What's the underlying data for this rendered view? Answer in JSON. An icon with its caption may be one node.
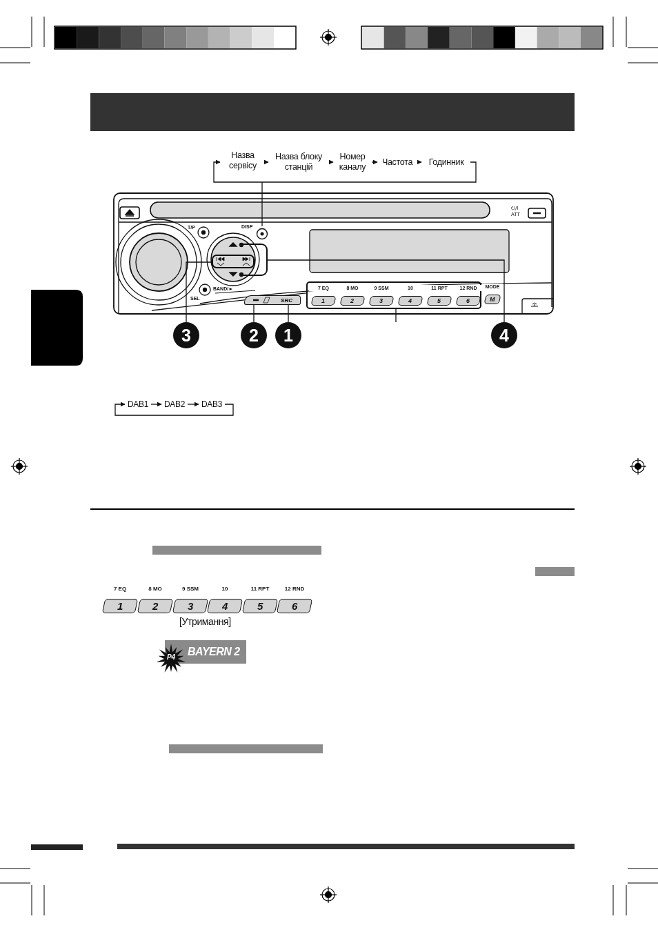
{
  "diagram": {
    "nodes": [
      {
        "text": [
          "Назва сервісу"
        ]
      },
      {
        "text": [
          "Назва блоку станцій"
        ]
      },
      {
        "text": [
          "Номер каналу"
        ]
      },
      {
        "text": [
          "Частота"
        ]
      },
      {
        "text": [
          "Годинник"
        ]
      },
      {
        "text": [
          "DISP"
        ]
      },
      {
        "text": [],
        "shape": "box"
      },
      {
        "text": [],
        "shape": "box"
      },
      {
        "text": [],
        "shape": "button"
      },
      {
        "text": [
          "SRC"
        ]
      },
      {
        "text": [],
        "shape": "box"
      },
      {
        "text": [
          "1"
        ],
        "in": 10,
        "beside": [
          "7 EQ"
        ]
      },
      {
        "text": [
          "2"
        ],
        "in": 10,
        "beside": [
          "8 MO"
        ]
      },
      {
        "text": [
          "3"
        ],
        "in": 10,
        "beside": [
          "9 SSM"
        ]
      },
      {
        "text": [
          "4"
        ],
        "in": 10,
        "beside": [
          "10"
        ]
      },
      {
        "text": [
          "5"
        ],
        "in": 10,
        "beside": [
          "11 RPT"
        ]
      },
      {
        "text": [
          "6"
        ],
        "in": 10,
        "beside": [
          "12 RND"
        ]
      },
      {
        "text": [
          "M"
        ],
        "beside": [
          "MODE"
        ]
      },
      {
        "text": [
          "3"
        ]
      },
      {
        "text": [
          "2"
        ]
      },
      {
        "text": [
          "1"
        ]
      },
      {
        "text": [
          "4"
        ]
      },
      {
        "text": [
          "DAB1"
        ]
      },
      {
        "text": [
          "DAB2"
        ]
      },
      {
        "text": [
          "DAB3"
        ]
      },
      {
        "text": [
          "1"
        ],
        "beside": [
          "7 EQ"
        ]
      },
      {
        "text": [
          "2"
        ],
        "beside": [
          "8 MO"
        ]
      },
      {
        "text": [
          "3"
        ],
        "beside": [
          "9 SSM"
        ]
      },
      {
        "text": [
          "4"
        ],
        "beside": [
          "10"
        ]
      },
      {
        "text": [
          "5"
        ],
        "beside": [
          "11 RPT"
        ]
      },
      {
        "text": [
          "6"
        ],
        "beside": [
          "12 RND"
        ]
      },
      {
        "text": [
          "BAYERN 2"
        ]
      },
      {
        "text": [
          "P4"
        ]
      }
    ],
    "edges": [
      {
        "from": 0,
        "to": 1,
        "arrow": "to"
      },
      {
        "from": 1,
        "to": 2,
        "arrow": "to"
      },
      {
        "from": 2,
        "to": 3,
        "arrow": "to"
      },
      {
        "from": 3,
        "to": 4,
        "arrow": "to"
      },
      {
        "from": 4,
        "to": 0,
        "arrow": "to"
      },
      {
        "from": 5,
        "to": 0,
        "arrow": "none"
      },
      {
        "from": 18,
        "to": 7,
        "arrow": "none"
      },
      {
        "from": 19,
        "to": 8,
        "arrow": "none"
      },
      {
        "from": 20,
        "to": 9,
        "arrow": "none"
      },
      {
        "from": 21,
        "to": 6,
        "arrow": "none"
      },
      {
        "from": 10,
        "to": null,
        "arrow": "none"
      },
      {
        "from": 22,
        "to": 23,
        "arrow": "to"
      },
      {
        "from": 23,
        "to": 24,
        "arrow": "to"
      },
      {
        "from": 24,
        "to": 22,
        "arrow": "to"
      }
    ],
    "labels": [
      "T/P",
      "SEL",
      "BAND/►",
      "⏻/I ATT",
      "[Утримання]"
    ]
  }
}
